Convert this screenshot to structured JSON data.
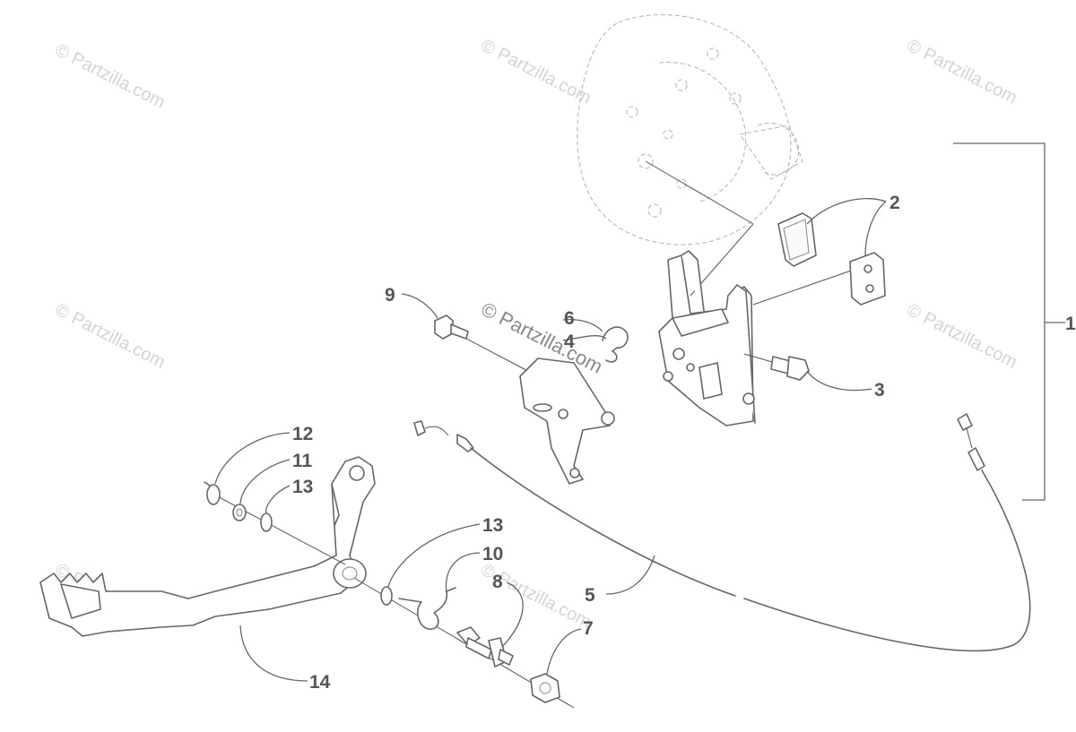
{
  "watermark": {
    "text": "© Partzilla.com",
    "color": "#d4d4d4",
    "center_text": "© Partzilla.com"
  },
  "callouts": [
    {
      "id": "1",
      "label": "1",
      "part": "brake-assembly"
    },
    {
      "id": "2",
      "label": "2",
      "part": "brake-pads"
    },
    {
      "id": "3",
      "label": "3",
      "part": "caliper-bolt"
    },
    {
      "id": "4",
      "label": "4",
      "part": "clip"
    },
    {
      "id": "5",
      "label": "5",
      "part": "brake-cable"
    },
    {
      "id": "6",
      "label": "6",
      "part": "bracket"
    },
    {
      "id": "7",
      "label": "7",
      "part": "lock-nut"
    },
    {
      "id": "8",
      "label": "8",
      "part": "pivot-bolt"
    },
    {
      "id": "9",
      "label": "9",
      "part": "bracket-bolt"
    },
    {
      "id": "10",
      "label": "10",
      "part": "return-spring"
    },
    {
      "id": "11",
      "label": "11",
      "part": "washer"
    },
    {
      "id": "12",
      "label": "12",
      "part": "e-clip"
    },
    {
      "id": "13a",
      "label": "13",
      "part": "o-ring-upper"
    },
    {
      "id": "13b",
      "label": "13",
      "part": "o-ring-lower"
    },
    {
      "id": "14",
      "label": "14",
      "part": "brake-pedal"
    }
  ]
}
